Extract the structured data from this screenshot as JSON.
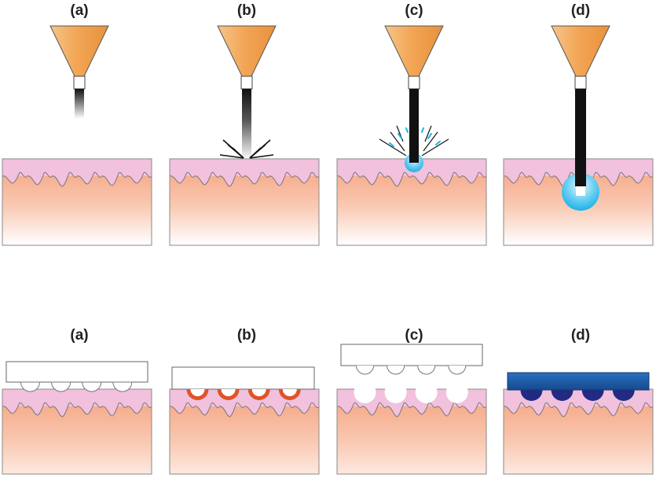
{
  "top_row": {
    "panels": [
      {
        "label": "(a)",
        "stage": "nozzle-with-short-jet"
      },
      {
        "label": "(b)",
        "stage": "jet-impacting-surface"
      },
      {
        "label": "(c)",
        "stage": "jet-entering-skin-with-splash"
      },
      {
        "label": "(d)",
        "stage": "jet-penetrated-with-dispersion"
      }
    ]
  },
  "bottom_row": {
    "panels": [
      {
        "label": "(a)",
        "stage": "microneedle-patch-on-skin"
      },
      {
        "label": "(b)",
        "stage": "coated-microneedles-in-skin"
      },
      {
        "label": "(c)",
        "stage": "patch-removed-holes-left"
      },
      {
        "label": "(d)",
        "stage": "dissolving-microneedles-in-skin"
      }
    ]
  },
  "colors": {
    "skin_top": "#f1c1dd",
    "skin_body": "#f5a07d",
    "nozzle": "#f2a656",
    "jet": "#111111",
    "liquid": "#19b4e8",
    "coating": "#e0532a",
    "dissolving_patch": "#1e5aa8",
    "dissolving_needle": "#222a84"
  }
}
